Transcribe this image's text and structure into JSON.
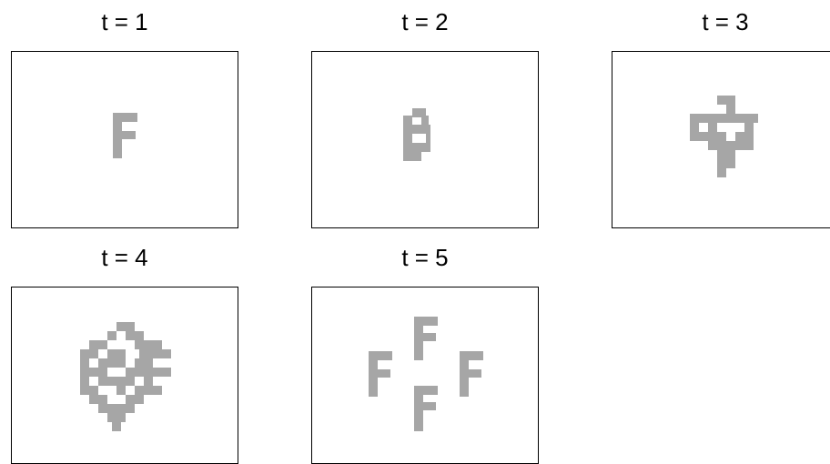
{
  "figure": {
    "colors": {
      "pixel": "#a6a6a6",
      "frame": "#000000",
      "background": "#ffffff"
    },
    "panels": [
      {
        "title": "t = 1"
      },
      {
        "title": "t = 2"
      },
      {
        "title": "t = 3"
      },
      {
        "title": "t = 4"
      },
      {
        "title": "t = 5"
      }
    ]
  }
}
